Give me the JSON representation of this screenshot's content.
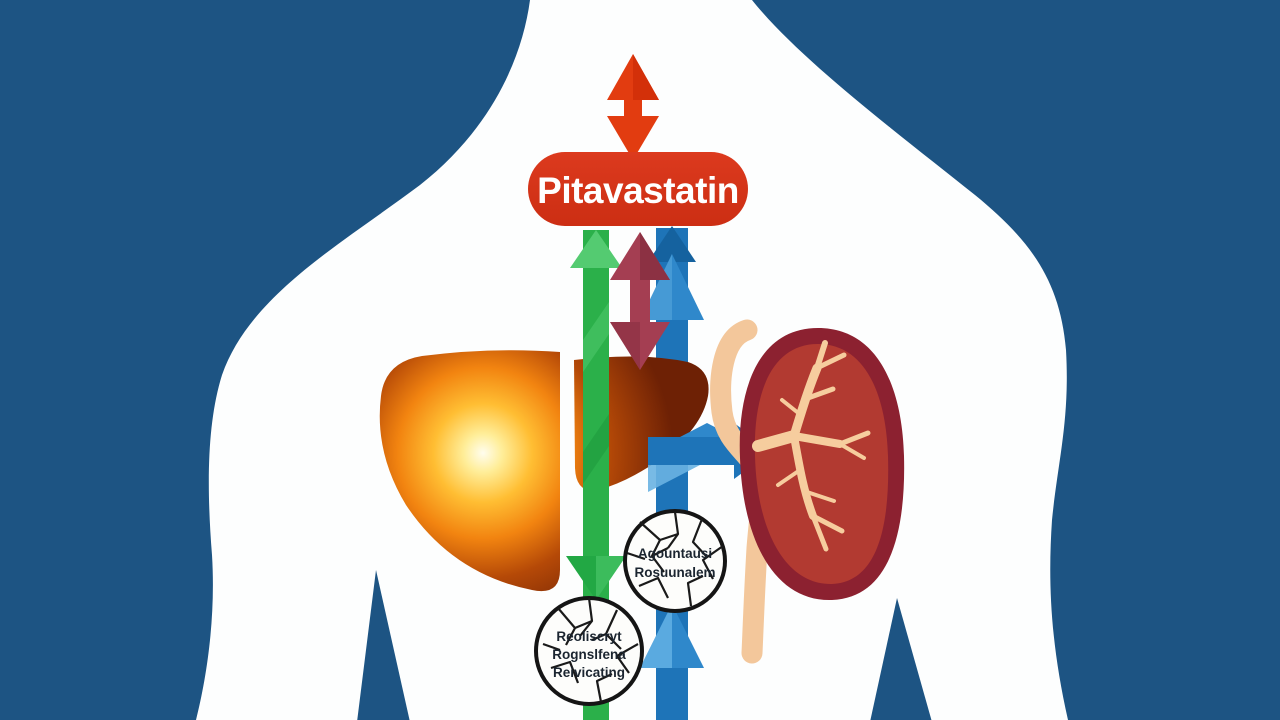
{
  "scene": {
    "description": "Pitavastatin pharmacokinetics diagram on human torso silhouette",
    "background_color": "#1D5483",
    "body_silhouette_color": "#FDFEFE"
  },
  "drug_label": {
    "text": "Pitavastatin",
    "pill_color": "#D5321A",
    "text_color": "#FFFFFF"
  },
  "arrows": {
    "top_red_double_arrow_color": "#E23C10",
    "green_down_arrow_color": "#2BB04A",
    "maroon_double_arrow_color": "#A43E52",
    "blue_up_arrow_color": "#1E74B8",
    "blue_light_facet_color": "#62B0E4"
  },
  "organs": {
    "liver_dark_color": "#6E2105",
    "liver_glow_color": "#FFB429",
    "kidney_border_color": "#8C2130",
    "kidney_fill_color": "#B23A31",
    "kidney_vessel_color": "#F6CD9E",
    "ureter_color": "#F3C79B"
  },
  "badges": {
    "upper": {
      "line1": "Agountausi",
      "line2": "Rosuunalem"
    },
    "lower": {
      "line1": "Reoliscryt",
      "line2": "Rognslfena",
      "line3": "Reivicating"
    }
  }
}
